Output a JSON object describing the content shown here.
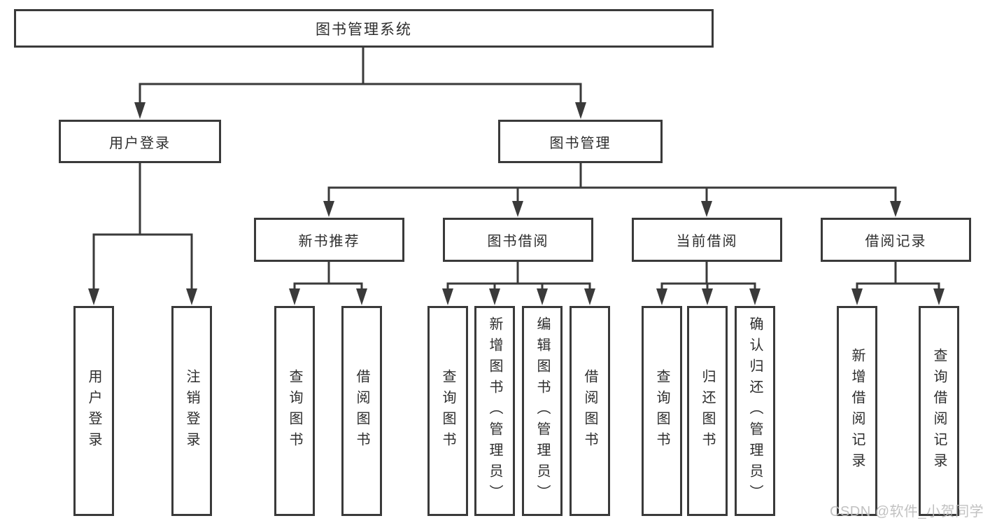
{
  "diagram_title": "图书管理系统",
  "tree": {
    "root": {
      "label": "图书管理系统"
    },
    "branches": [
      {
        "label": "用户登录",
        "children": [
          {
            "label": "用户登录"
          },
          {
            "label": "注销登录"
          }
        ]
      },
      {
        "label": "图书管理",
        "children": [
          {
            "label": "新书推荐",
            "children": [
              {
                "label": "查询图书"
              },
              {
                "label": "借阅图书"
              }
            ]
          },
          {
            "label": "图书借阅",
            "children": [
              {
                "label": "查询图书"
              },
              {
                "label": "新增图书（管理员）"
              },
              {
                "label": "编辑图书（管理员）"
              },
              {
                "label": "借阅图书"
              }
            ]
          },
          {
            "label": "当前借阅",
            "children": [
              {
                "label": "查询图书"
              },
              {
                "label": "归还图书"
              },
              {
                "label": "确认归还（管理员）"
              }
            ]
          },
          {
            "label": "借阅记录",
            "children": [
              {
                "label": "新增借阅记录"
              },
              {
                "label": "查询借阅记录"
              }
            ]
          }
        ]
      }
    ]
  },
  "watermark": {
    "text": "CSDN @软件_小贺同学"
  },
  "colors": {
    "line": "#3a3a3a",
    "box_border": "#3a3a3a",
    "box_fill": "#ffffff",
    "text": "#2d2d2d",
    "watermark": "#bcbcbc",
    "background": "#ffffff"
  }
}
